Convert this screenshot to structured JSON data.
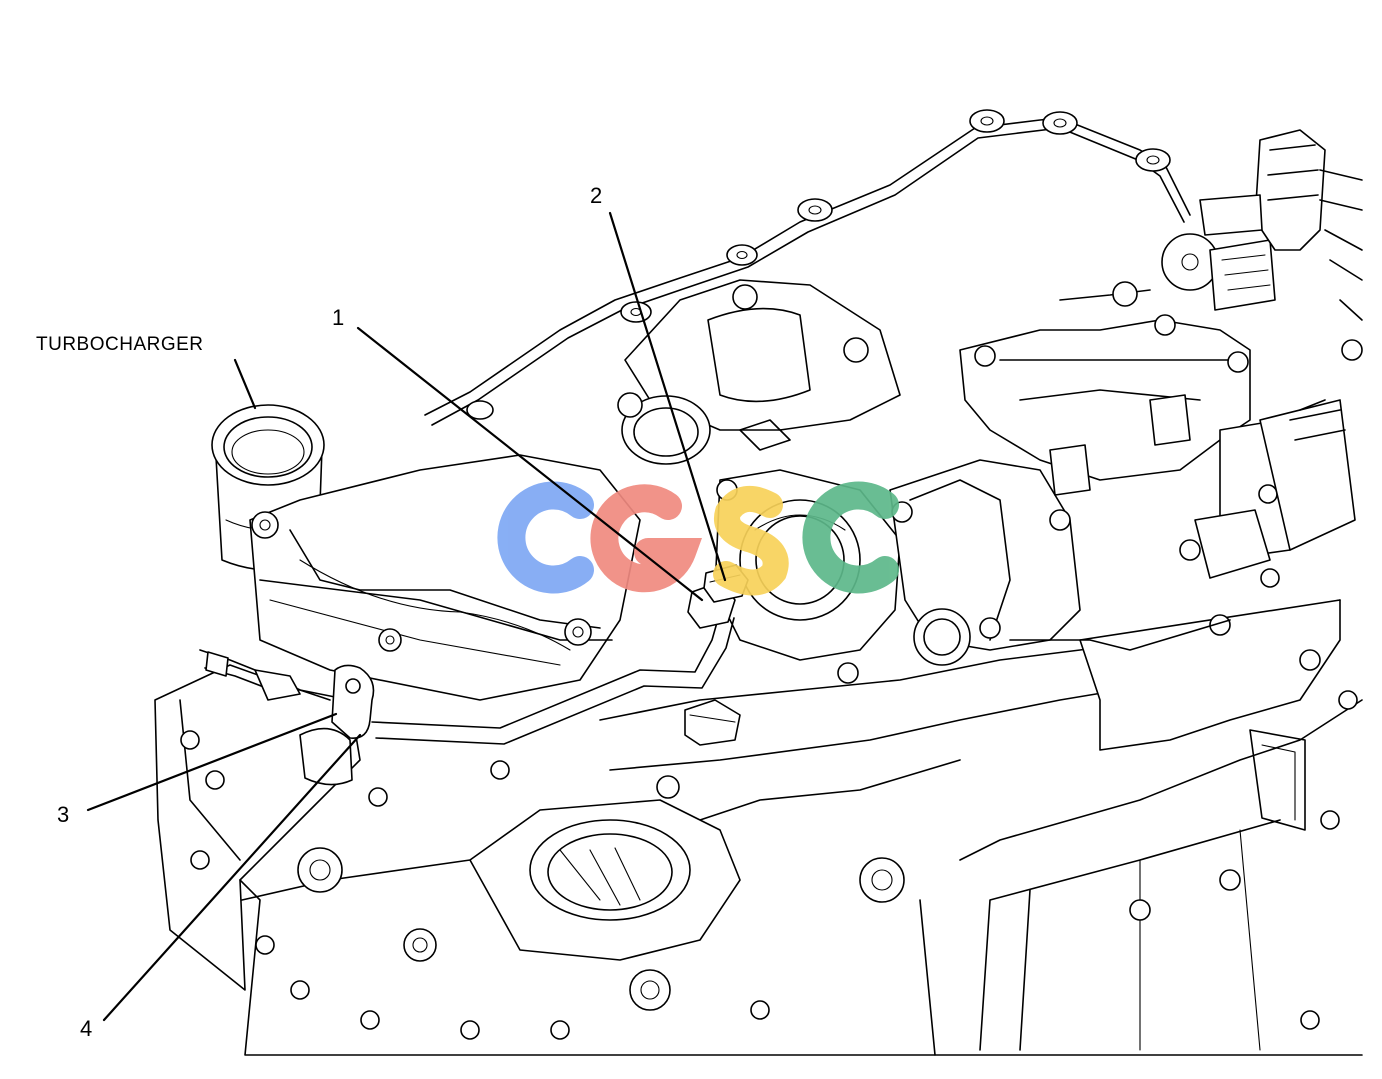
{
  "diagram": {
    "label_turbocharger": "TURBOCHARGER",
    "callouts": [
      "1",
      "2",
      "3",
      "4"
    ]
  },
  "watermark": {
    "text": "CGSC",
    "colors": [
      "#7EA8F4",
      "#F08A80",
      "#F8D25A",
      "#5DB88A"
    ]
  }
}
